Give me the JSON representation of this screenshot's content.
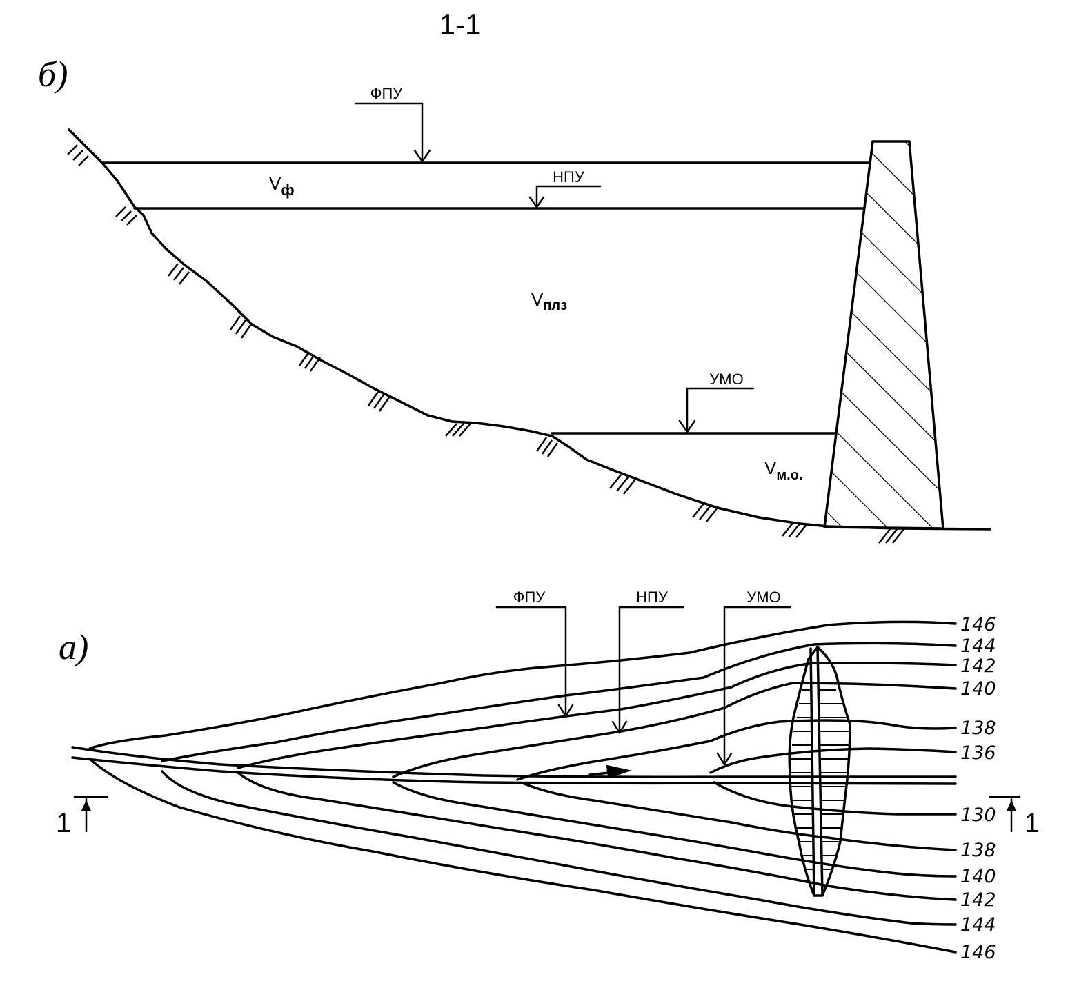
{
  "section_title": "1-1",
  "profile": {
    "label": "б)",
    "levels": {
      "fpu": "ФПУ",
      "npu": "НПУ",
      "umo": "УМО"
    },
    "volumes": {
      "forced": {
        "base": "V",
        "sub": "ф"
      },
      "useful": {
        "base": "V",
        "sub": "плз"
      },
      "dead": {
        "base": "V",
        "sub": "м.о."
      }
    }
  },
  "plan": {
    "label": "а)",
    "levels": {
      "fpu": "ФПУ",
      "npu": "НПУ",
      "umo": "УМО"
    },
    "section_mark": "1",
    "contour_labels": [
      "146",
      "144",
      "142",
      "140",
      "138",
      "136",
      "130",
      "138",
      "140",
      "142",
      "144",
      "146"
    ]
  }
}
